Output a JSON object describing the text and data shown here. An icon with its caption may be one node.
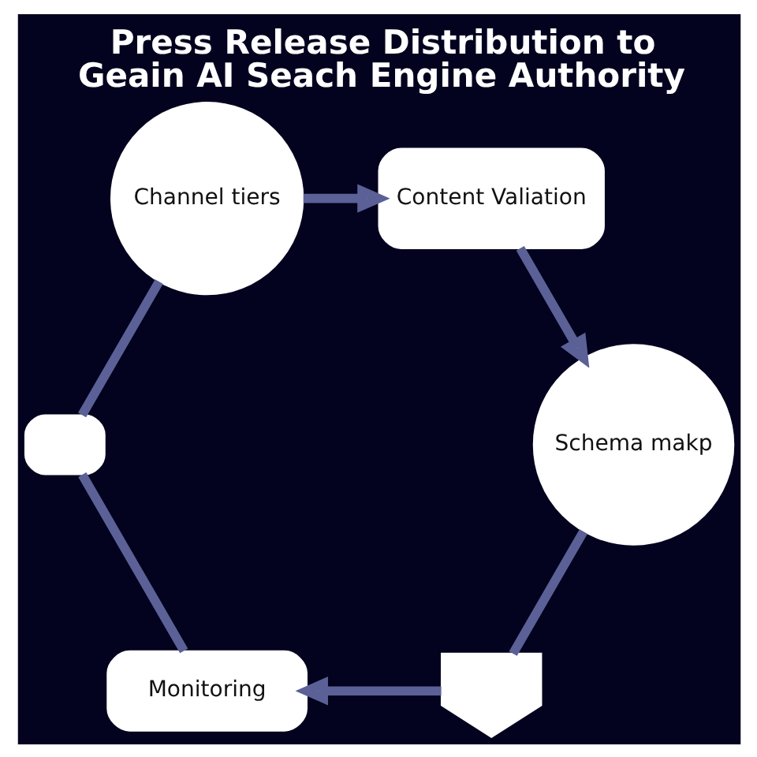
{
  "diagram": {
    "title": "Press Release Distribution to Geain AI Seach Engine Authority",
    "nodes": [
      {
        "text": [
          "Content Valiation"
        ]
      },
      {
        "text": [
          "Channel tiers"
        ]
      },
      {
        "text": [
          "Schema makp"
        ]
      },
      {
        "text": [],
        "shape": "bubble"
      },
      {
        "text": [],
        "shape": "pentagon"
      },
      {
        "text": [
          "Monitoring"
        ]
      }
    ],
    "edges": [
      {
        "from": 1,
        "to": 0,
        "arrow": "to"
      },
      {
        "from": 0,
        "to": 2,
        "arrow": "to"
      },
      {
        "from": 2,
        "to": 4,
        "arrow": "none"
      },
      {
        "from": 4,
        "to": 5,
        "arrow": "to"
      },
      {
        "from": 5,
        "to": 3,
        "arrow": "none"
      },
      {
        "from": 3,
        "to": 1,
        "arrow": "none"
      }
    ]
  }
}
